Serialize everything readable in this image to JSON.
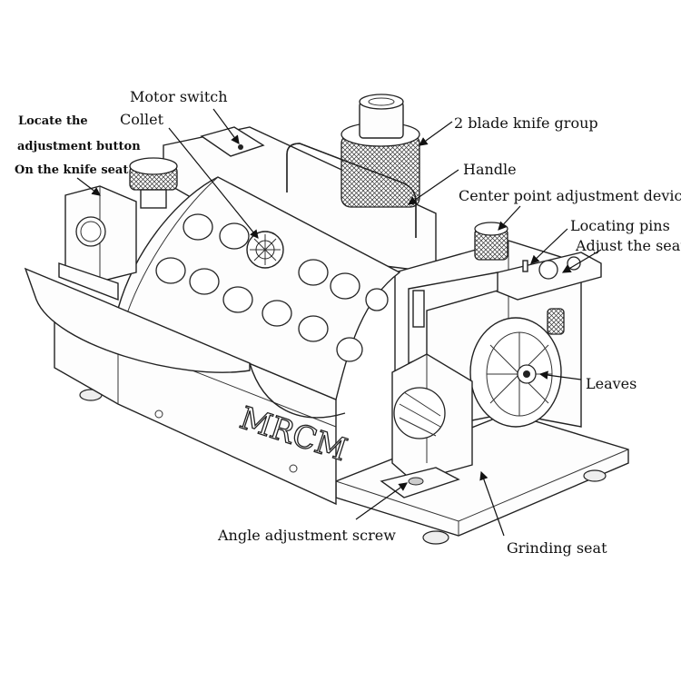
{
  "labels": {
    "motor_switch": "Motor switch",
    "collet": "Collet",
    "locate_line1": "Locate the",
    "locate_line2": "adjustment button",
    "locate_line3": "On the knife seat",
    "knife_group": "2 blade knife group",
    "handle": "Handle",
    "center_point": "Center point adjustment device",
    "locating_pins": "Locating pins",
    "adjust_seat": "Adjust the seat",
    "leaves": "Leaves",
    "angle_screw": "Angle adjustment screw",
    "grinding_seat": "Grinding seat"
  },
  "logo_text": "MRCM",
  "colors": {
    "outline": "#222222",
    "background": "#ffffff",
    "shade": "#eeeeee"
  }
}
